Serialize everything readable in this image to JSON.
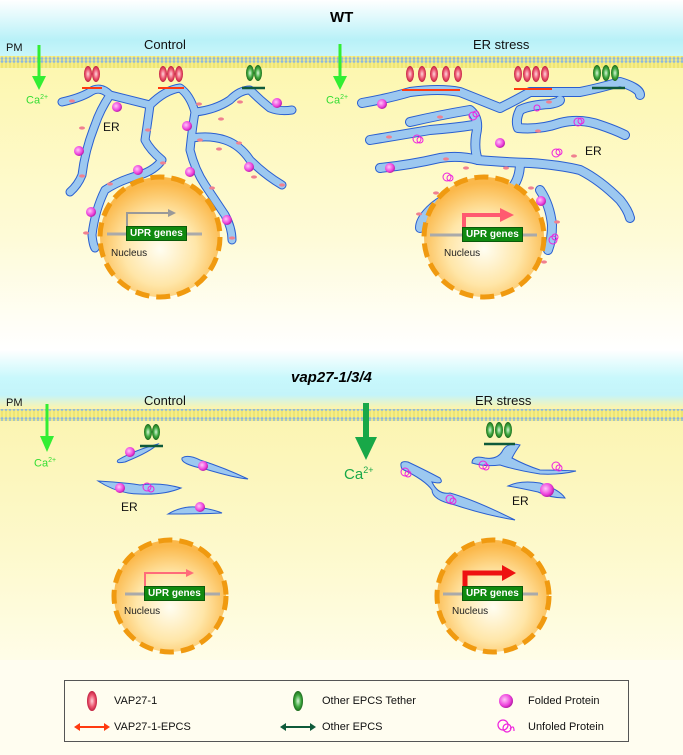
{
  "panels": {
    "wt": {
      "title": "WT",
      "pm_label": "PM",
      "control_label": "Control",
      "stress_label": "ER stress",
      "ca_label": "Ca",
      "ca_sup": "2+",
      "er_label": "ER",
      "nucleus_label": "Nucleus",
      "upr_label": "UPR genes"
    },
    "mutant": {
      "title": "vap27-1/3/4",
      "pm_label": "PM",
      "control_label": "Control",
      "stress_label": "ER stress",
      "ca_label": "Ca",
      "ca_sup": "2+",
      "er_label": "ER",
      "nucleus_label": "Nucleus",
      "upr_label": "UPR genes"
    }
  },
  "legend": {
    "items": [
      {
        "label": "VAP27-1",
        "icon": "red-oval-icon"
      },
      {
        "label": "Other EPCS Tether",
        "icon": "green-oval-icon"
      },
      {
        "label": "Folded Protein",
        "icon": "folded-protein-icon"
      },
      {
        "label": "VAP27-1-EPCS",
        "icon": "red-double-arrow-icon"
      },
      {
        "label": "Other EPCS",
        "icon": "green-double-arrow-icon"
      },
      {
        "label": "Unfoled Protein",
        "icon": "unfolded-protein-icon"
      }
    ]
  },
  "colors": {
    "er": "#9cc8f0",
    "er_stroke": "#2a5fd0",
    "vap": "#e8506a",
    "tether": "#3aa03a",
    "folded": "#ee44dd",
    "ca_arrow": "#33ee33",
    "ca_arrow_big": "#18a848",
    "nucleus_border": "#f09a10",
    "upr_box": "#108a10",
    "arrow_weak": "#999999",
    "arrow_mid": "#ff6b7a",
    "arrow_strong": "#ee1111"
  }
}
